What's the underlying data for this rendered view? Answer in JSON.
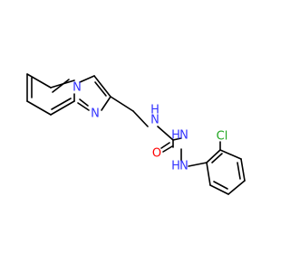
{
  "colors": {
    "background": "#ffffff",
    "bond": "#000000",
    "carbon": "#000000",
    "nitrogen": "#3333ff",
    "oxygen": "#ff0000",
    "chlorine": "#1fa61f"
  },
  "atom_labels": {
    "n_ring_bridge": "N",
    "n_ring_imine": "N",
    "nh_amide": "N",
    "h_amide": "H",
    "nh_hydrazide": "N",
    "h_hydrazide": "H",
    "nh_aryl": "N",
    "h_aryl": "H",
    "o_carbonyl": "O",
    "cl_substituent": "Cl"
  }
}
